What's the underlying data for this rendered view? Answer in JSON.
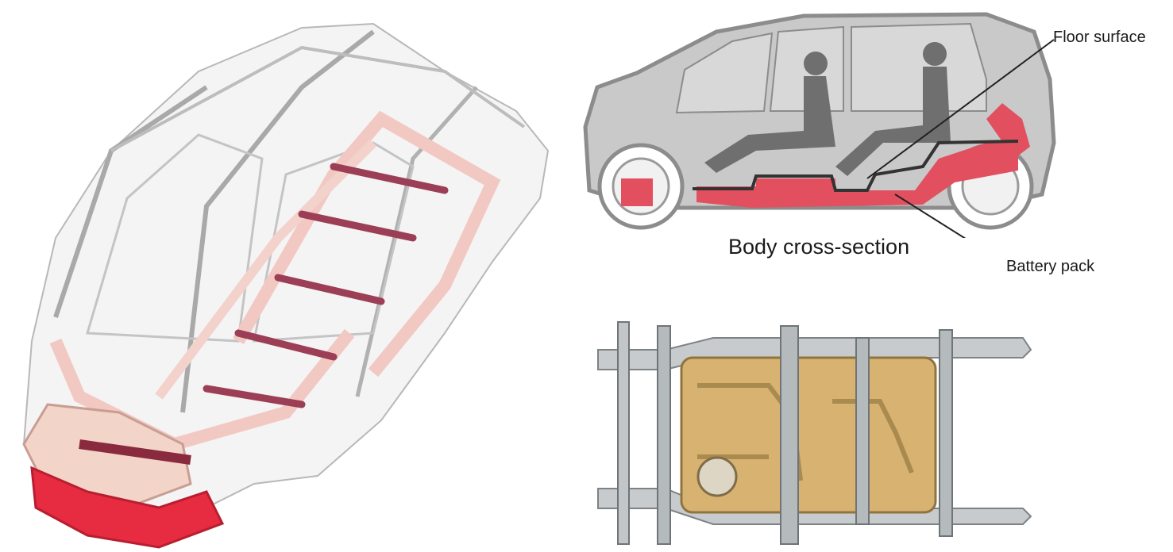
{
  "cross_section": {
    "caption": "Body cross-section",
    "callout_floor": "Floor surface",
    "callout_battery": "Battery pack"
  },
  "colors": {
    "body_gray": "#c9c9c9",
    "outline_gray": "#8c8c8c",
    "battery_red": "#e2505f",
    "frame_pink": "#f2c9c2",
    "pack_gold": "#d8b271",
    "frame_steel": "#9ea3a6"
  }
}
